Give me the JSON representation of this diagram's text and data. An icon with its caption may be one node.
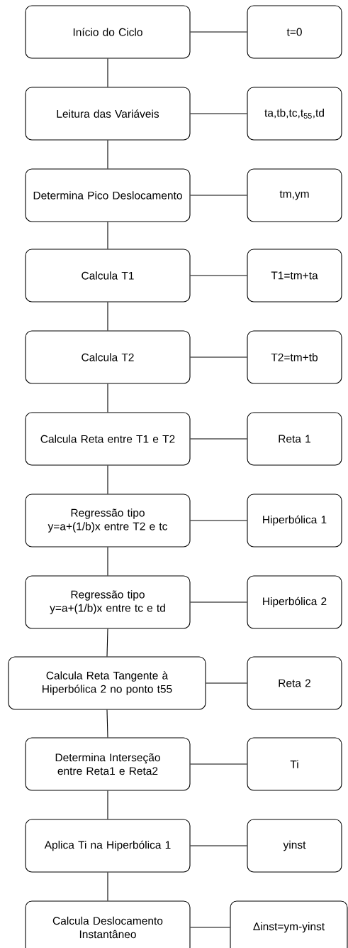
{
  "diagram": {
    "nodes": [
      {
        "text": [
          "Início do Ciclo"
        ]
      },
      {
        "text": [
          "t=0"
        ]
      },
      {
        "text": [
          "Leitura das Variáveis"
        ]
      },
      {
        "text": [
          "ta,tb,tc,t$_{55}$,td"
        ]
      },
      {
        "text": [
          "Determina Pico Deslocamento"
        ]
      },
      {
        "text": [
          "tm,ym"
        ]
      },
      {
        "text": [
          "Calcula T1"
        ]
      },
      {
        "text": [
          "T1=tm+ta"
        ]
      },
      {
        "text": [
          "Calcula T2"
        ]
      },
      {
        "text": [
          "T2=tm+tb"
        ]
      },
      {
        "text": [
          "Calcula Reta entre T1 e T2"
        ]
      },
      {
        "text": [
          "Reta 1"
        ]
      },
      {
        "text": [
          "Regressão tipo y=a+(1/b)x entre T2 e tc"
        ]
      },
      {
        "text": [
          "Hiperbólica 1"
        ]
      },
      {
        "text": [
          "Regressão tipo y=a+(1/b)x entre tc e td"
        ]
      },
      {
        "text": [
          "Hiperbólica 2"
        ]
      },
      {
        "text": [
          "Calcula Reta Tangente à Hiperbólica 2 no ponto t55"
        ]
      },
      {
        "text": [
          "Reta 2"
        ]
      },
      {
        "text": [
          "Determina Interseção entre Reta1 e Reta2"
        ]
      },
      {
        "text": [
          "Ti"
        ]
      },
      {
        "text": [
          "Aplica Ti na Hiperbólica 1"
        ]
      },
      {
        "text": [
          "yinst"
        ]
      },
      {
        "text": [
          "Calcula Deslocamento Instantâneo"
        ]
      },
      {
        "text": [
          "Δinst=ym-yinst"
        ]
      }
    ],
    "edges": [
      {
        "from": 0,
        "to": 1,
        "arrow": "none"
      },
      {
        "from": 0,
        "to": 2,
        "arrow": "none"
      },
      {
        "from": 2,
        "to": 3,
        "arrow": "none"
      },
      {
        "from": 2,
        "to": 4,
        "arrow": "none"
      },
      {
        "from": 4,
        "to": 5,
        "arrow": "none"
      },
      {
        "from": 4,
        "to": 6,
        "arrow": "none"
      },
      {
        "from": 6,
        "to": 7,
        "arrow": "none"
      },
      {
        "from": 6,
        "to": 8,
        "arrow": "none"
      },
      {
        "from": 8,
        "to": 9,
        "arrow": "none"
      },
      {
        "from": 8,
        "to": 10,
        "arrow": "none"
      },
      {
        "from": 10,
        "to": 11,
        "arrow": "none"
      },
      {
        "from": 10,
        "to": 12,
        "arrow": "none"
      },
      {
        "from": 12,
        "to": 13,
        "arrow": "none"
      },
      {
        "from": 12,
        "to": 14,
        "arrow": "none"
      },
      {
        "from": 14,
        "to": 15,
        "arrow": "none"
      },
      {
        "from": 14,
        "to": 16,
        "arrow": "none"
      },
      {
        "from": 16,
        "to": 17,
        "arrow": "none"
      },
      {
        "from": 16,
        "to": 18,
        "arrow": "none"
      },
      {
        "from": 18,
        "to": 19,
        "arrow": "none"
      },
      {
        "from": 18,
        "to": 20,
        "arrow": "none"
      },
      {
        "from": 20,
        "to": 21,
        "arrow": "none"
      },
      {
        "from": 20,
        "to": 22,
        "arrow": "none"
      },
      {
        "from": 22,
        "to": 23,
        "arrow": "none"
      }
    ]
  }
}
